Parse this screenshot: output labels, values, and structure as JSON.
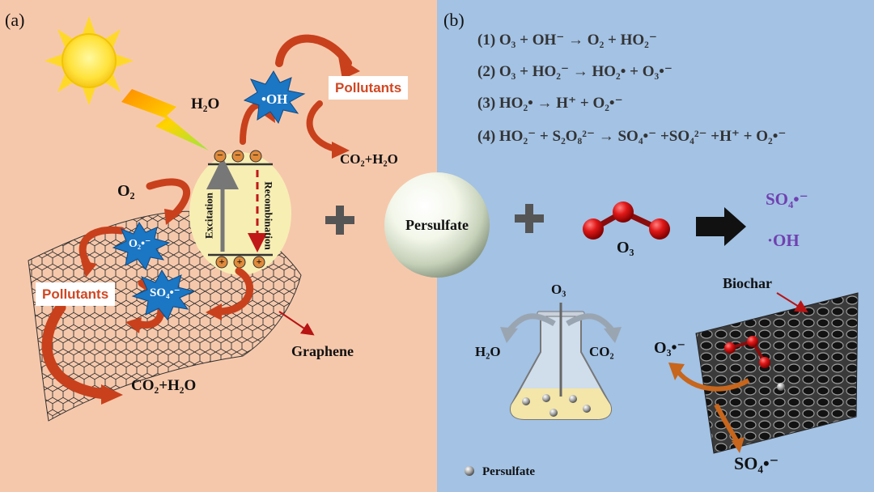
{
  "panel_a": {
    "label": "(a)",
    "pollutants_top": "Pollutants",
    "pollutants_left": "Pollutants",
    "oh_radical": "•OH",
    "h2o": "H₂O",
    "co2_h2o_top": "CO₂+H₂O",
    "co2_h2o_bottom": "CO₂+H₂O",
    "o2": "O₂",
    "o2_radical": "O₂•⁻",
    "so4_radical": "SO₄•⁻",
    "excitation": "Excitation",
    "recombination": "Recombination",
    "graphene": "Graphene",
    "electron_sign": "−",
    "hole_sign": "+"
  },
  "center": {
    "persulfate": "Persulfate"
  },
  "panel_b": {
    "label": "(b)",
    "equations": [
      "(1) O₃ + OH⁻ → O₂ + HO₂⁻",
      "(2) O₃ + HO₂⁻ → HO₂• + O₃•⁻",
      "(3) HO₂• → H⁺ + O₂•⁻",
      "(4) HO₂⁻ + S₂O₈²⁻ → SO₄•⁻ +SO₄²⁻ +H⁺ + O₂•⁻"
    ],
    "o3": "O₃",
    "product_so4": "SO₄•⁻",
    "product_oh": "·OH",
    "flask_o3": "O₃",
    "flask_h2o": "H₂O",
    "flask_co2": "CO₂",
    "o3_radical": "O₃•⁻",
    "biochar": "Biochar",
    "so4_bottom": "SO₄•⁻",
    "legend_persulfate": "Persulfate"
  }
}
